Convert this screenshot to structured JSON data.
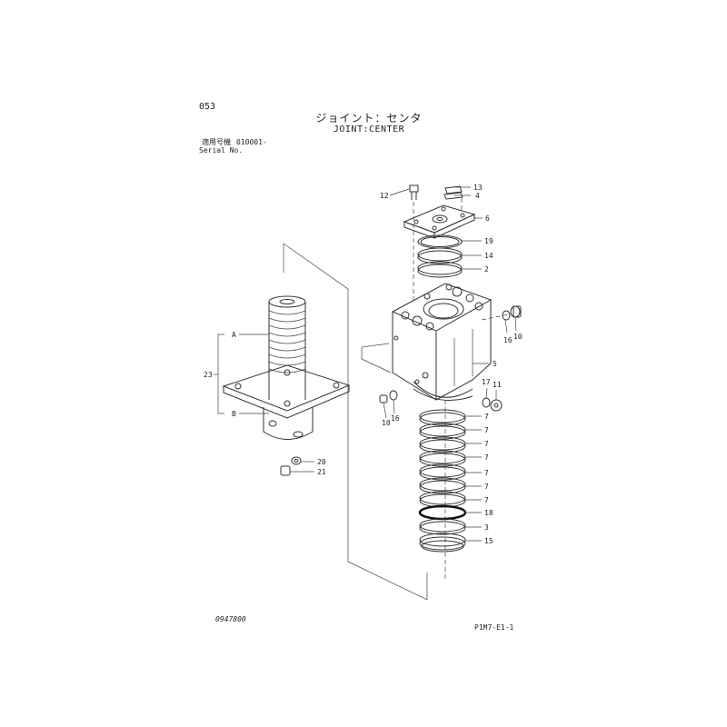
{
  "header": {
    "page_code": "053",
    "title_jp": "ジョイント：センタ",
    "title_en": "JOINT:CENTER",
    "serial_label_jp": "適用号機",
    "serial_value": "010001-",
    "serial_label_en": "Serial No."
  },
  "callouts": {
    "p1": "12",
    "p2": "13",
    "p3": "4",
    "p4": "6",
    "p5": "19",
    "p6": "14",
    "p7": "2",
    "p8": "16",
    "p9": "10",
    "p10": "5",
    "p11": "17",
    "p12": "11",
    "p13": "10",
    "p14": "16",
    "r1": "7",
    "r2": "7",
    "r3": "7",
    "r4": "7",
    "r5": "7",
    "r6": "7",
    "r7": "7",
    "p15": "18",
    "p16": "3",
    "p17": "15",
    "sub_a": "A",
    "sub_b": "B",
    "assy": "23",
    "p18": "20",
    "p19": "21"
  },
  "footer": {
    "left_code": "0947800",
    "right_code": "P1M7-E1-1"
  }
}
